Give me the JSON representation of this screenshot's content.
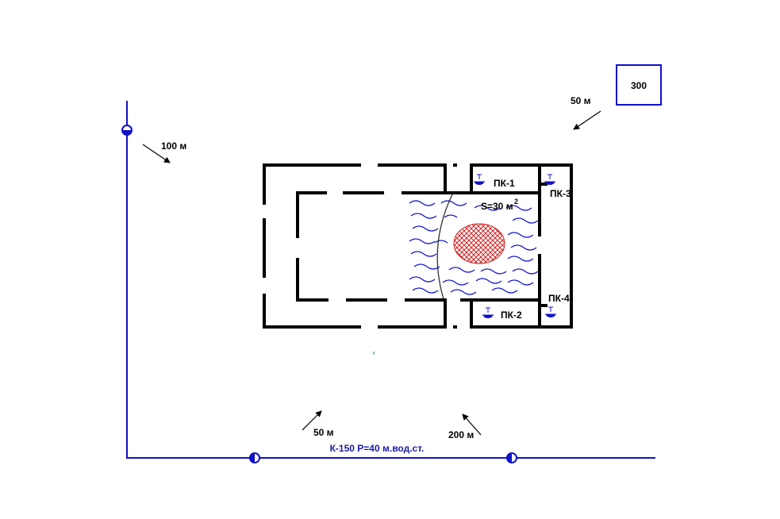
{
  "box_label": "300",
  "distances": {
    "top_right": "50 м",
    "left": "100 м",
    "bottom_left": "50 м",
    "bottom_right": "200 м"
  },
  "pipe_label": "К-150 Р=40 м.вод.ст.",
  "area_label": "S=30 м",
  "area_label_sup": "2",
  "hydrants": {
    "pk1": "ПК-1",
    "pk2": "ПК-2",
    "pk3": "ПК-3",
    "pk4": "ПК-4"
  }
}
